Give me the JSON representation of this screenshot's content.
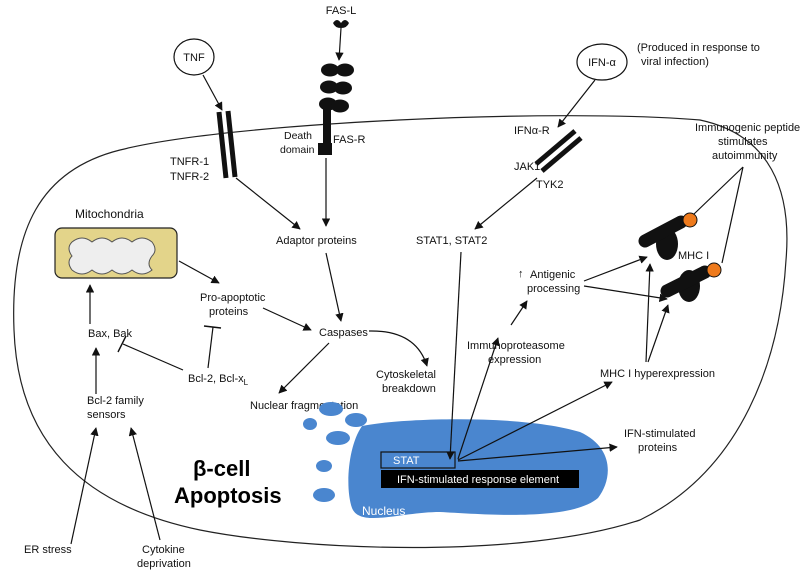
{
  "colors": {
    "nucleus": "#4a86cf",
    "mitochondria": "#e3d48a",
    "peptide": "#ee7a1c",
    "receptor": "#111111"
  },
  "ligands": {
    "tnf": "TNF",
    "fas_l": "FAS-L",
    "ifn_alpha": "IFN-α",
    "ifn_note": [
      "(Produced in response to",
      "viral infection)"
    ]
  },
  "receptors": {
    "tnfr1": "TNFR-1",
    "tnfr2": "TNFR-2",
    "death": "Death",
    "domain": "domain",
    "fas_r": "FAS-R",
    "ifnar": "IFNα-R",
    "jak1": "JAK1",
    "tyk2": "TYK2",
    "mhc": "MHC I"
  },
  "nodes": {
    "mitochondria": "Mitochondria",
    "adaptor": "Adaptor proteins",
    "stat12": "STAT1, STAT2",
    "pro_apoptotic": [
      "Pro-apoptotic",
      "proteins"
    ],
    "bax_bak": "Bax, Bak",
    "caspases": "Caspases",
    "bcl2": "Bcl-2, Bcl-x",
    "bcl2_sub": "L",
    "bcl2_sensors": [
      "Bcl-2 family",
      "sensors"
    ],
    "cytoskeletal": [
      "Cytoskeletal",
      "breakdown"
    ],
    "nuclear_frag": "Nuclear fragmentation",
    "immunoproteasome": [
      "Immunoproteasome",
      "expression"
    ],
    "antigenic_arrow": "↑",
    "antigenic": [
      "Antigenic",
      "processing"
    ],
    "immunogenic": [
      "Immunogenic peptide",
      "stimulates",
      "autoimmunity"
    ],
    "mhc_hyper": "MHC I hyperexpression",
    "ifn_proteins": [
      "IFN-stimulated",
      "proteins"
    ],
    "stat": "STAT",
    "isre": "IFN-stimulated response element",
    "nucleus": "Nucleus",
    "er_stress": "ER stress",
    "cytokine": [
      "Cytokine",
      "deprivation"
    ]
  },
  "title": [
    "β-cell",
    "Apoptosis"
  ]
}
